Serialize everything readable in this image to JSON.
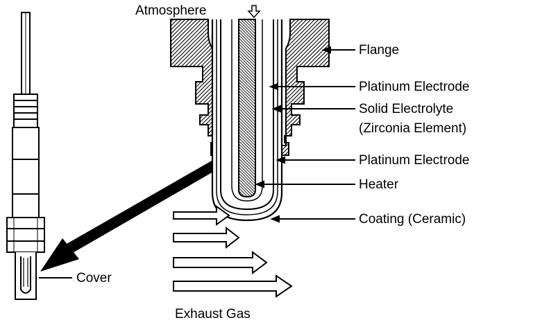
{
  "labels": {
    "atmosphere": "Atmosphere",
    "flange": "Flange",
    "platinum_electrode_inner": "Platinum Electrode",
    "solid_electrolyte_line1": "Solid Electrolyte",
    "solid_electrolyte_line2": "(Zirconia Element)",
    "platinum_electrode_outer": "Platinum Electrode",
    "heater": "Heater",
    "coating": "Coating (Ceramic)",
    "cover": "Cover",
    "exhaust_gas": "Exhaust Gas"
  },
  "colors": {
    "ink": "#000000",
    "paper": "#ffffff"
  }
}
